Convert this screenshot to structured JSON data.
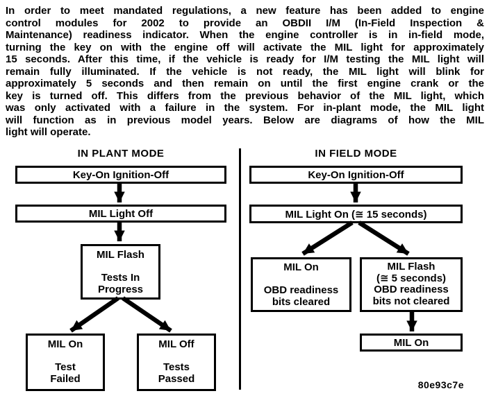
{
  "colors": {
    "ink": "#000000",
    "paper": "#ffffff"
  },
  "intro": {
    "lines": [
      "In order to meet mandated regulations, a new feature has been added to engine",
      "control modules for 2002 to provide an OBDII I/M (In-Field Inspection &",
      "Maintenance) readiness indicator.  When the engine controller is in in-field mode,",
      "turning the key on with the engine off will activate the MIL light for approximately",
      "15 seconds.  After this time, if the vehicle is ready for I/M testing the MIL light will",
      "remain fully illuminated.  If the vehicle is not ready, the MIL light will blink for",
      "approximately 5 seconds and then remain on until the first engine crank or the",
      "key is turned off.  This differs from the previous behavior of the MIL light, which",
      "was only activated with a failure in the system.  For in-plant mode, the MIL light",
      "will function as in previous model years.  Below are diagrams of how the MIL",
      "light will operate."
    ]
  },
  "in_plant": {
    "title": "IN PLANT MODE",
    "box_key_on": "Key-On Ignition-Off",
    "box_mil_light_off": "MIL Light Off",
    "box_mil_flash": "MIL Flash\n\nTests In\nProgress",
    "box_test_failed": "MIL On\n\nTest\nFailed",
    "box_tests_passed": "MIL Off\n\nTests\nPassed"
  },
  "in_field": {
    "title": "IN FIELD MODE",
    "box_key_on": "Key-On Ignition-Off",
    "box_mil_light_on": "MIL Light On (≅ 15 seconds)",
    "box_bits_cleared": "MIL On\n\nOBD readiness\nbits cleared",
    "box_bits_not_cleared": "MIL Flash\n(≅ 5 seconds)\nOBD readiness\nbits not cleared",
    "box_mil_on_final": "MIL On"
  },
  "figure_code": "80e93c7e"
}
